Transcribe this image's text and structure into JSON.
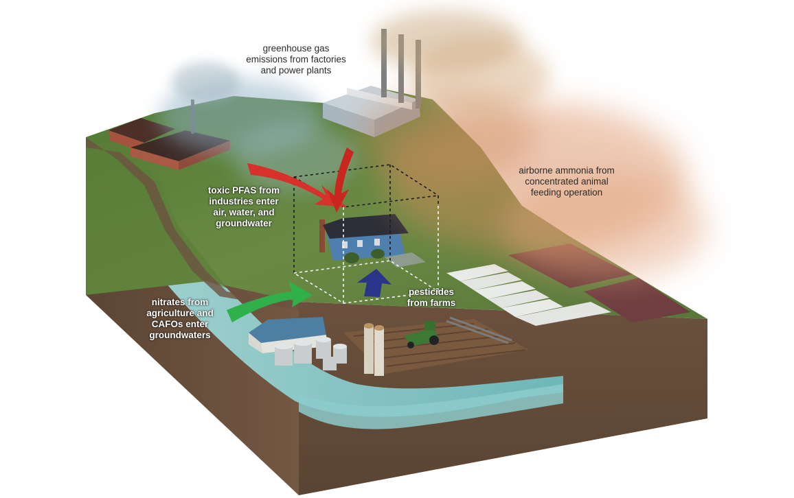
{
  "labels": {
    "greenhouse": [
      "greenhouse gas",
      "emissions from factories",
      "and power plants"
    ],
    "ammonia": [
      "airborne ammonia from",
      "concentrated animal",
      "feeding operation"
    ],
    "pfas": [
      "toxic PFAS from",
      "industries enter",
      "air, water, and",
      "groundwater"
    ],
    "nitrates": [
      "nitrates from",
      "agriculture and",
      "CAFOs enter",
      "groundwaters"
    ],
    "pesticides": [
      "pesticides",
      "from farms"
    ]
  },
  "colors": {
    "grass": "#5f7f3b",
    "soil": "#6e5440",
    "groundwater": "#7fc4c6",
    "pfas_arrow": "#d8302a",
    "nitrate_arrow": "#2fb04a",
    "pesticide_arrow": "#2a3488",
    "ammonia_plume": "#d98a5a",
    "greenhouse_plume": "#8fb0c4"
  }
}
